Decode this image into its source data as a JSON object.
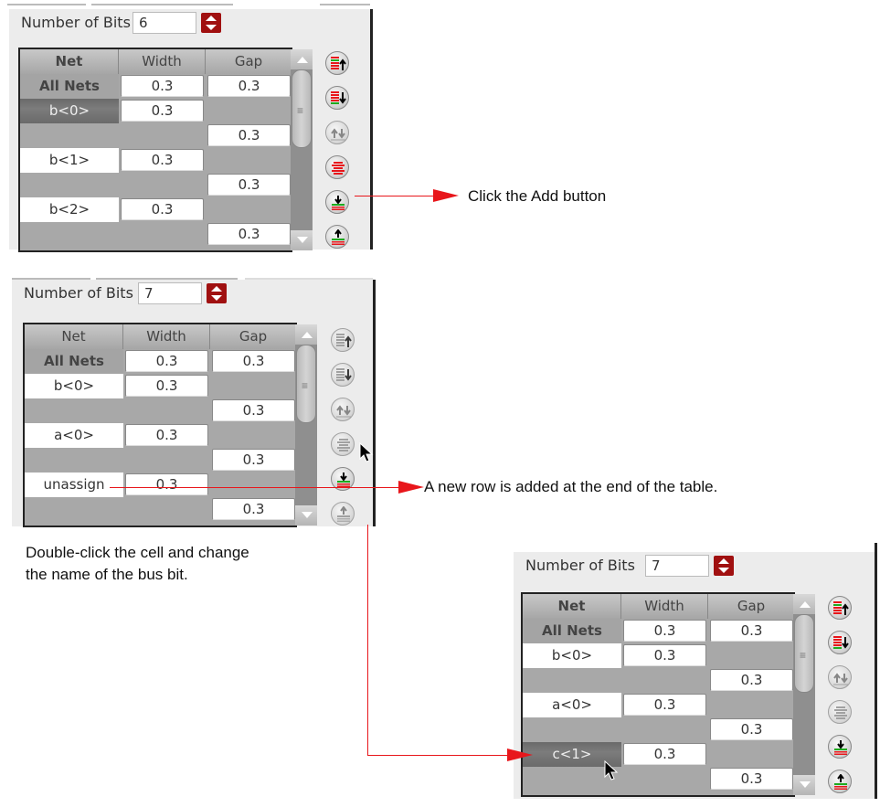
{
  "panels": [
    {
      "id": "before",
      "number_of_bits_label": "Number of Bits",
      "number_of_bits_value": "6",
      "columns": [
        "Net",
        "Width",
        "Gap"
      ],
      "rows": [
        {
          "net": "All Nets",
          "width": "0.3",
          "gap": "0.3",
          "type": "all"
        },
        {
          "net": "b<0>",
          "width": "0.3",
          "gap": "",
          "type": "selected"
        },
        {
          "net": "",
          "width": "",
          "gap": "0.3",
          "type": "gap"
        },
        {
          "net": "b<1>",
          "width": "0.3",
          "gap": "",
          "type": "net"
        },
        {
          "net": "",
          "width": "",
          "gap": "0.3",
          "type": "gap"
        },
        {
          "net": "b<2>",
          "width": "0.3",
          "gap": "",
          "type": "net"
        },
        {
          "net": "",
          "width": "",
          "gap": "0.3",
          "type": "gap"
        }
      ],
      "toolbar_enabled": true
    },
    {
      "id": "after-add",
      "number_of_bits_label": "Number of Bits",
      "number_of_bits_value": "7",
      "columns": [
        "Net",
        "Width",
        "Gap"
      ],
      "rows": [
        {
          "net": "All Nets",
          "width": "0.3",
          "gap": "0.3",
          "type": "all"
        },
        {
          "net": "b<0>",
          "width": "0.3",
          "gap": "",
          "type": "net"
        },
        {
          "net": "",
          "width": "",
          "gap": "0.3",
          "type": "gap"
        },
        {
          "net": "a<0>",
          "width": "0.3",
          "gap": "",
          "type": "net"
        },
        {
          "net": "",
          "width": "",
          "gap": "0.3",
          "type": "gap"
        },
        {
          "net": "unassign",
          "width": "0.3",
          "gap": "",
          "type": "net"
        },
        {
          "net": "",
          "width": "",
          "gap": "0.3",
          "type": "gap"
        }
      ],
      "toolbar_enabled": false
    },
    {
      "id": "after-rename",
      "number_of_bits_label": "Number of Bits",
      "number_of_bits_value": "7",
      "columns": [
        "Net",
        "Width",
        "Gap"
      ],
      "rows": [
        {
          "net": "All Nets",
          "width": "0.3",
          "gap": "0.3",
          "type": "all"
        },
        {
          "net": "b<0>",
          "width": "0.3",
          "gap": "",
          "type": "net"
        },
        {
          "net": "",
          "width": "",
          "gap": "0.3",
          "type": "gap"
        },
        {
          "net": "a<0>",
          "width": "0.3",
          "gap": "",
          "type": "net"
        },
        {
          "net": "",
          "width": "",
          "gap": "0.3",
          "type": "gap"
        },
        {
          "net": "c<1>",
          "width": "0.3",
          "gap": "",
          "type": "selected"
        },
        {
          "net": "",
          "width": "",
          "gap": "0.3",
          "type": "gap"
        }
      ],
      "toolbar_enabled": true
    }
  ],
  "toolbar_buttons": [
    {
      "name": "move-up-button",
      "icon": "move-up-icon"
    },
    {
      "name": "move-down-button",
      "icon": "move-down-icon"
    },
    {
      "name": "swap-button",
      "icon": "swap-icon"
    },
    {
      "name": "center-button",
      "icon": "center-icon"
    },
    {
      "name": "add-button",
      "icon": "add-below-icon"
    },
    {
      "name": "insert-button",
      "icon": "add-above-icon"
    }
  ],
  "annotations": {
    "click_add": "Click the Add button",
    "new_row": "A new row is added at the end of the table.",
    "double_click_line1": "Double-click the cell and change",
    "double_click_line2": "the name of the bus bit."
  },
  "colors": {
    "callout": "#e8161b",
    "spinner": "#a01010",
    "selected_cell": "#6a6a6a"
  }
}
